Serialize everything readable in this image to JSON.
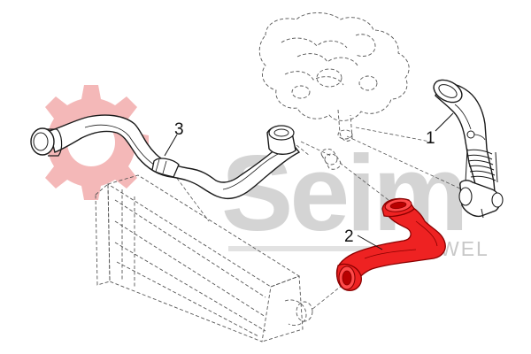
{
  "watermark": {
    "brand_main": "Seim",
    "brand_sub": "WEL",
    "gear_color": "#f4b8b8",
    "text_color": "#d4d4d4"
  },
  "callouts": [
    {
      "id": "1",
      "label": "1"
    },
    {
      "id": "2",
      "label": "2"
    },
    {
      "id": "3",
      "label": "3"
    }
  ],
  "colors": {
    "highlight_part": "#ee2222",
    "highlight_outline": "#8a0000",
    "line_art": "#1a1a1a",
    "context_line_art": "#555555"
  }
}
